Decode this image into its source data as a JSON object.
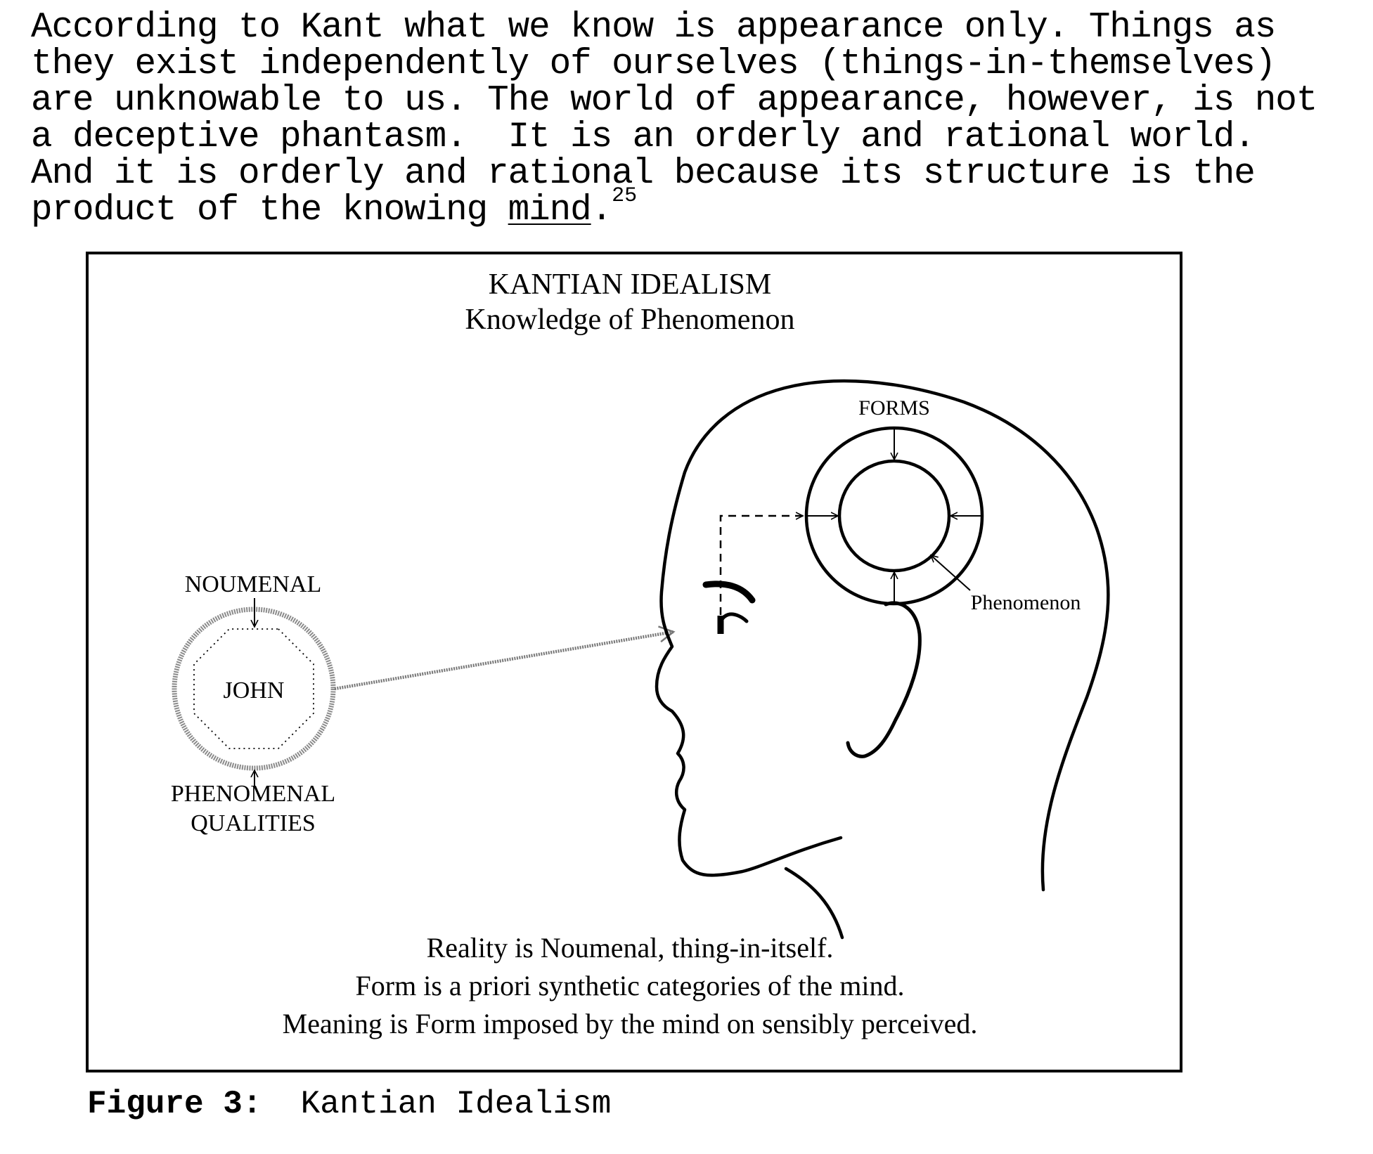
{
  "paragraph": {
    "line1": "According to Kant what we know is appearance only. Things as",
    "line2": "they exist independently of ourselves (things-in-themselves)",
    "line3": "are unknowable to us. The world of appearance, however, is not",
    "line4": "a deceptive phantasm.  It is an orderly and rational world.",
    "line5": "And it is orderly and rational because its structure is the",
    "line6_prefix": "product of the knowing ",
    "line6_underlined": "mind",
    "line6_suffix": ".",
    "footnote": "25"
  },
  "figure": {
    "title": "KANTIAN IDEALISM",
    "subtitle": "Knowledge of Phenomenon",
    "labels": {
      "noumenal": "NOUMENAL",
      "john": "JOHN",
      "phenomenal_line1": "PHENOMENAL",
      "phenomenal_line2": "QUALITIES",
      "forms": "FORMS",
      "phenomenon": "Phenomenon"
    },
    "statements": [
      "Reality is Noumenal, thing-in-itself.",
      "Form is a priori synthetic categories of the mind.",
      "Meaning is Form imposed by the mind on sensibly perceived."
    ]
  },
  "caption": {
    "label": "Figure 3:",
    "text": "Kantian Idealism"
  }
}
